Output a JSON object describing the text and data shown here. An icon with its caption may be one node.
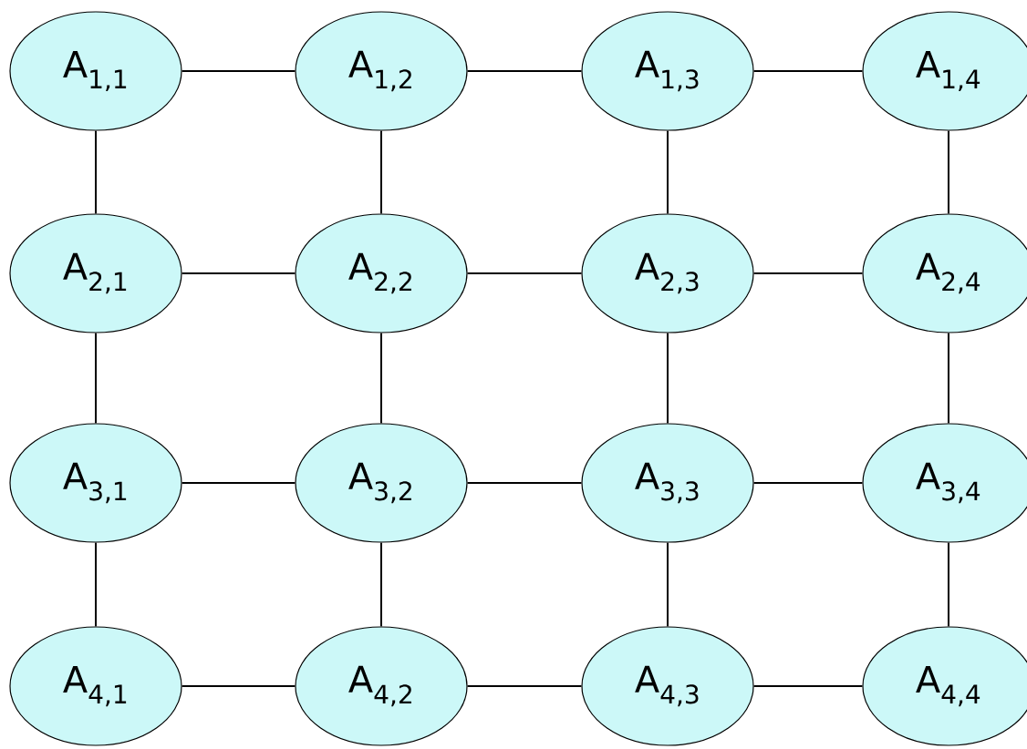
{
  "diagram": {
    "nodes": [
      {
        "text": [
          "A$_{1,1}$"
        ]
      },
      {
        "text": [
          "A$_{1,2}$"
        ]
      },
      {
        "text": [
          "A$_{1,3}$"
        ]
      },
      {
        "text": [
          "A$_{1,4}$"
        ]
      },
      {
        "text": [
          "A$_{2,1}$"
        ]
      },
      {
        "text": [
          "A$_{2,2}$"
        ]
      },
      {
        "text": [
          "A$_{2,3}$"
        ]
      },
      {
        "text": [
          "A$_{2,4}$"
        ]
      },
      {
        "text": [
          "A$_{3,1}$"
        ]
      },
      {
        "text": [
          "A$_{3,2}$"
        ]
      },
      {
        "text": [
          "A$_{3,3}$"
        ]
      },
      {
        "text": [
          "A$_{3,4}$"
        ]
      },
      {
        "text": [
          "A$_{4,1}$"
        ]
      },
      {
        "text": [
          "A$_{4,2}$"
        ]
      },
      {
        "text": [
          "A$_{4,3}$"
        ]
      },
      {
        "text": [
          "A$_{4,4}$"
        ]
      }
    ],
    "edges": [
      {
        "from": 0,
        "to": 1,
        "arrow": "none"
      },
      {
        "from": 1,
        "to": 2,
        "arrow": "none"
      },
      {
        "from": 2,
        "to": 3,
        "arrow": "none"
      },
      {
        "from": 0,
        "to": 4,
        "arrow": "none"
      },
      {
        "from": 1,
        "to": 5,
        "arrow": "none"
      },
      {
        "from": 2,
        "to": 6,
        "arrow": "none"
      },
      {
        "from": 3,
        "to": 7,
        "arrow": "none"
      },
      {
        "from": 4,
        "to": 5,
        "arrow": "none"
      },
      {
        "from": 5,
        "to": 6,
        "arrow": "none"
      },
      {
        "from": 6,
        "to": 7,
        "arrow": "none"
      },
      {
        "from": 4,
        "to": 8,
        "arrow": "none"
      },
      {
        "from": 5,
        "to": 9,
        "arrow": "none"
      },
      {
        "from": 6,
        "to": 10,
        "arrow": "none"
      },
      {
        "from": 7,
        "to": 11,
        "arrow": "none"
      },
      {
        "from": 8,
        "to": 9,
        "arrow": "none"
      },
      {
        "from": 9,
        "to": 10,
        "arrow": "none"
      },
      {
        "from": 10,
        "to": 11,
        "arrow": "none"
      },
      {
        "from": 8,
        "to": 12,
        "arrow": "none"
      },
      {
        "from": 9,
        "to": 13,
        "arrow": "none"
      },
      {
        "from": 10,
        "to": 14,
        "arrow": "none"
      },
      {
        "from": 11,
        "to": 15,
        "arrow": "none"
      },
      {
        "from": 12,
        "to": 13,
        "arrow": "none"
      },
      {
        "from": 13,
        "to": 14,
        "arrow": "none"
      },
      {
        "from": 14,
        "to": 15,
        "arrow": "none"
      }
    ]
  }
}
